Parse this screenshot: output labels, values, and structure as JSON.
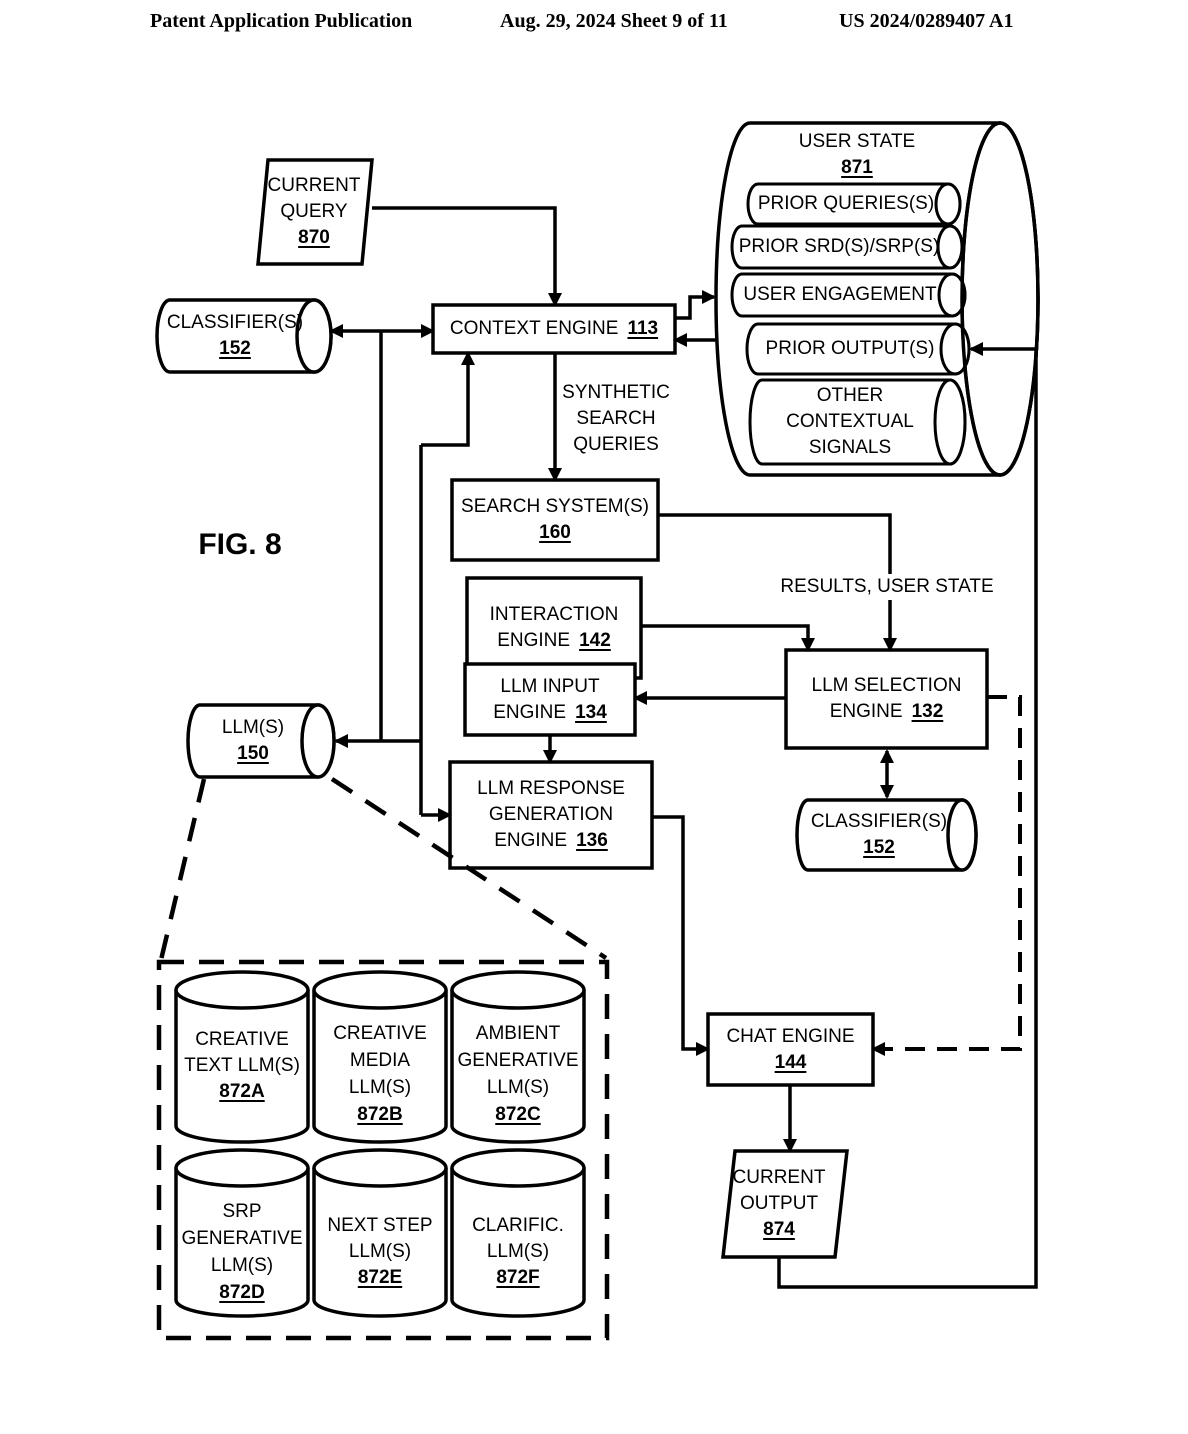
{
  "colors": {
    "ink": "#000000",
    "paper": "#ffffff"
  },
  "header": {
    "publication": "Patent Application Publication",
    "date_sheet": "Aug. 29, 2024  Sheet 9 of 11",
    "patent_number": "US 2024/0289407 A1"
  },
  "figure_label": "FIG. 8",
  "nodes": {
    "current_query": {
      "lines": [
        "CURRENT",
        "QUERY"
      ],
      "ref": "870"
    },
    "classifier_left": {
      "label": "CLASSIFIER(S)",
      "ref": "152"
    },
    "context_engine": {
      "label": "CONTEXT ENGINE",
      "ref": "113"
    },
    "user_state": {
      "label": "USER STATE",
      "ref": "871",
      "items": [
        {
          "lines": [
            "PRIOR QUERIES(S)"
          ]
        },
        {
          "lines": [
            "PRIOR SRD(S)/SRP(S)"
          ]
        },
        {
          "lines": [
            "USER ENGAGEMENT"
          ]
        },
        {
          "lines": [
            "PRIOR OUTPUT(S)"
          ]
        },
        {
          "lines": [
            "OTHER",
            "CONTEXTUAL",
            "SIGNALS"
          ]
        }
      ]
    },
    "search_systems": {
      "label": "SEARCH SYSTEM(S)",
      "ref": "160"
    },
    "interaction_engine": {
      "lines": [
        "INTERACTION",
        "ENGINE"
      ],
      "ref": "142"
    },
    "llm_input_engine": {
      "lines": [
        "LLM INPUT",
        "ENGINE"
      ],
      "ref": "134"
    },
    "llm_selection_engine": {
      "lines": [
        "LLM SELECTION",
        "ENGINE"
      ],
      "ref": "132"
    },
    "llm_response_engine": {
      "lines": [
        "LLM RESPONSE",
        "GENERATION",
        "ENGINE"
      ],
      "ref": "136"
    },
    "llms": {
      "label": "LLM(S)",
      "ref": "150"
    },
    "classifier_right": {
      "label": "CLASSIFIER(S)",
      "ref": "152"
    },
    "chat_engine": {
      "label": "CHAT ENGINE",
      "ref": "144"
    },
    "current_output": {
      "lines": [
        "CURRENT",
        "OUTPUT"
      ],
      "ref": "874"
    },
    "llm_bank": [
      {
        "lines": [
          "CREATIVE",
          "TEXT LLM(S)"
        ],
        "ref": "872A"
      },
      {
        "lines": [
          "CREATIVE",
          "MEDIA",
          "LLM(S)"
        ],
        "ref": "872B"
      },
      {
        "lines": [
          "AMBIENT",
          "GENERATIVE",
          "LLM(S)"
        ],
        "ref": "872C"
      },
      {
        "lines": [
          "SRP",
          "GENERATIVE",
          "LLM(S)"
        ],
        "ref": "872D"
      },
      {
        "lines": [
          "NEXT STEP",
          "LLM(S)"
        ],
        "ref": "872E"
      },
      {
        "lines": [
          "CLARIFIC.",
          "LLM(S)"
        ],
        "ref": "872F"
      }
    ]
  },
  "edge_labels": {
    "synthetic_search_queries": {
      "lines": [
        "SYNTHETIC",
        "SEARCH",
        "QUERIES"
      ]
    },
    "results_user_state": "RESULTS, USER STATE"
  }
}
